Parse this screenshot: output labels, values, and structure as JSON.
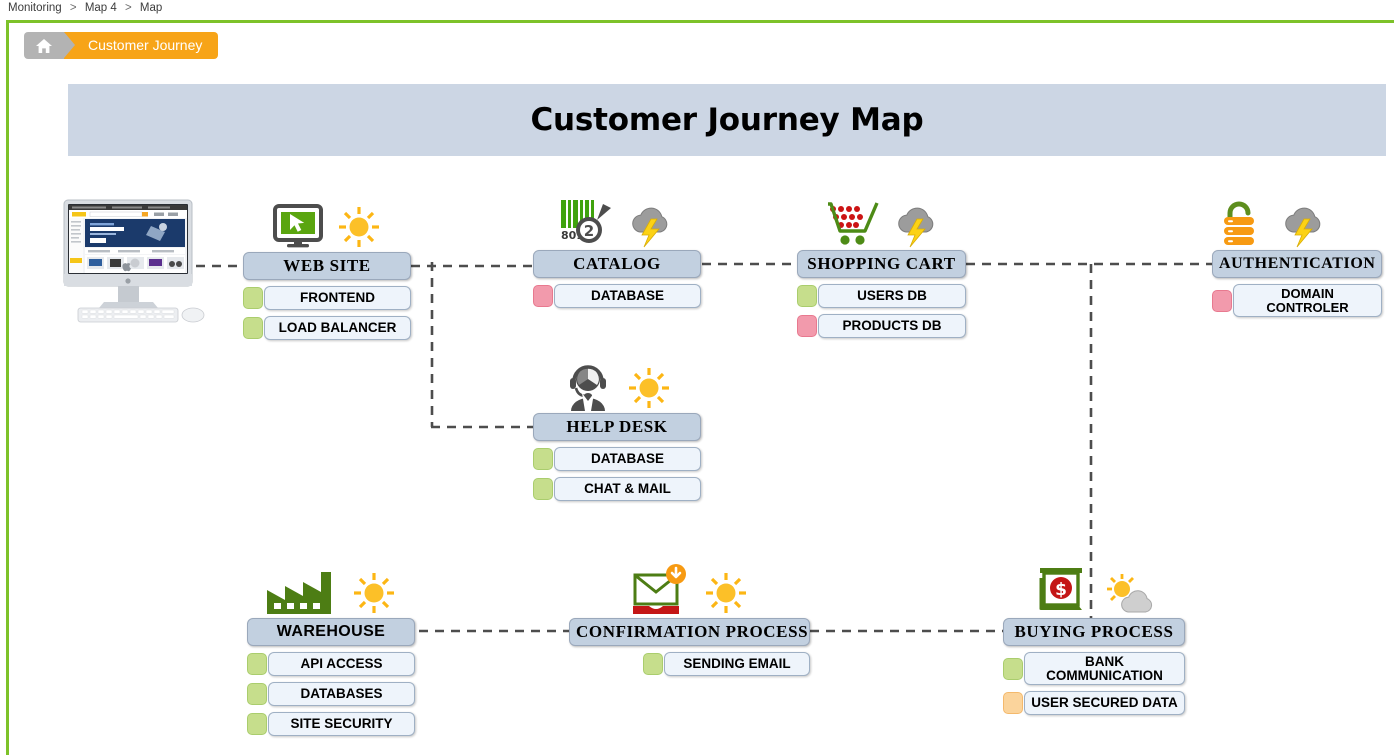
{
  "breadcrumb": {
    "items": [
      "Monitoring",
      "Map 4",
      "Map"
    ],
    "separator": ">"
  },
  "map_tab": {
    "home_icon": "home-icon",
    "label": "Customer Journey"
  },
  "header": {
    "title": "Customer Journey Map"
  },
  "colors": {
    "accent_orange": "#f7a418",
    "frame_green": "#7dc229",
    "banner_blue": "#ccd6e4",
    "node_head": "#c2d0e0",
    "item_bg": "#eef4fb",
    "status_green": "#c6de8c",
    "status_red": "#f29aac",
    "status_orange": "#fbd49c"
  },
  "status_legend": {
    "green": "ok",
    "red": "problem",
    "orange": "warning"
  },
  "decorations": [
    {
      "name": "desktop-computer-image",
      "kind": "imac-ecommerce-screenshot"
    }
  ],
  "nodes": [
    {
      "id": "web-site",
      "title": "WEB SITE",
      "title_font": "serif",
      "icons": [
        "monitor-cursor-icon",
        "sun-icon"
      ],
      "items": [
        {
          "label": "FRONTEND",
          "status": "green"
        },
        {
          "label": "LOAD BALANCER",
          "status": "green"
        }
      ]
    },
    {
      "id": "catalog",
      "title": "CATALOG",
      "title_font": "serif",
      "icons": [
        "barcode-scanner-icon",
        "storm-cloud-icon"
      ],
      "items": [
        {
          "label": "DATABASE",
          "status": "red"
        }
      ]
    },
    {
      "id": "shopping-cart",
      "title": "SHOPPING CART",
      "title_font": "serif",
      "icons": [
        "shopping-cart-icon",
        "storm-cloud-icon"
      ],
      "items": [
        {
          "label": "USERS DB",
          "status": "green"
        },
        {
          "label": "PRODUCTS DB",
          "status": "red"
        }
      ]
    },
    {
      "id": "authentication",
      "title": "AUTHENTICATION",
      "title_font": "serif",
      "icons": [
        "unlocked-padlock-server-icon",
        "storm-cloud-icon"
      ],
      "items": [
        {
          "label": "DOMAIN CONTROLER",
          "status": "red"
        }
      ]
    },
    {
      "id": "help-desk",
      "title": "HELP DESK",
      "title_font": "serif",
      "icons": [
        "headset-agent-icon",
        "sun-icon"
      ],
      "items": [
        {
          "label": "DATABASE",
          "status": "green"
        },
        {
          "label": "CHAT & MAIL",
          "status": "green"
        }
      ]
    },
    {
      "id": "warehouse",
      "title": "WAREHOUSE",
      "title_font": "sans",
      "icons": [
        "factory-icon",
        "sun-icon"
      ],
      "items": [
        {
          "label": "API ACCESS",
          "status": "green"
        },
        {
          "label": "DATABASES",
          "status": "green"
        },
        {
          "label": "SITE SECURITY",
          "status": "green"
        }
      ]
    },
    {
      "id": "confirmation-process",
      "title": "CONFIRMATION PROCESS",
      "title_font": "serif",
      "icons": [
        "mail-download-icon",
        "sun-icon"
      ],
      "items": [
        {
          "label": "SENDING EMAIL",
          "status": "green"
        }
      ]
    },
    {
      "id": "buying-process",
      "title": "BUYING PROCESS",
      "title_font": "serif",
      "icons": [
        "atm-money-icon",
        "sun-cloud-icon"
      ],
      "items": [
        {
          "label": "BANK\nCOMMUNICATION",
          "status": "green"
        },
        {
          "label": "USER SECURED DATA",
          "status": "orange"
        }
      ]
    }
  ]
}
